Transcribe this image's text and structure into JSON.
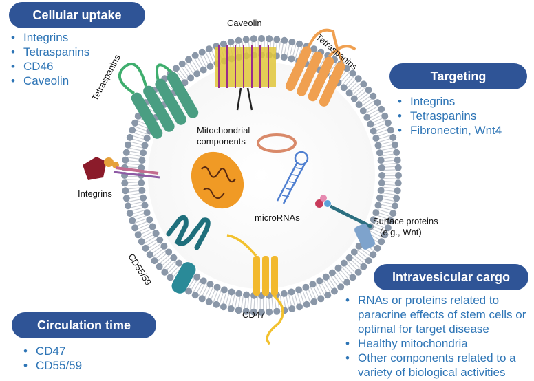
{
  "cellular_uptake": {
    "title": "Cellular uptake",
    "items": [
      "Integrins",
      "Tetraspanins",
      "CD46",
      "Caveolin"
    ]
  },
  "targeting": {
    "title": "Targeting",
    "items": [
      "Integrins",
      "Tetraspanins",
      "Fibronectin, Wnt4"
    ]
  },
  "circulation_time": {
    "title": "Circulation time",
    "items": [
      "CD47",
      "CD55/59"
    ]
  },
  "intravesicular_cargo": {
    "title": "Intravesicular cargo",
    "items": [
      "RNAs or proteins related to paracrine effects of stem cells or optimal for target disease",
      "Healthy mitochondria",
      "Other components related to a variety of biological activities"
    ]
  },
  "labels": {
    "caveolin": "Caveolin",
    "tetraspanins_top": "Tetraspanins",
    "tetraspanins_left": "Tetraspanins",
    "integrins": "Integrins",
    "mitochondrial_line1": "Mitochondrial",
    "mitochondrial_line2": "components",
    "micrornas": "microRNAs",
    "surface_line1": "Surface proteins",
    "surface_line2": "(e.g., Wnt)",
    "cd55_59": "CD55/59",
    "cd47": "CD47"
  },
  "colors": {
    "pill": "#2f5496",
    "list_text": "#2e75b6",
    "membrane_head": "#8a97a8",
    "tetraspanin_green": "#3fae6e",
    "tetraspanin_orange": "#f0a050",
    "cd47_yellow": "#f2c12e",
    "cd55_teal": "#1f6f7c",
    "integrin_red": "#8b1b2a",
    "mito_orange": "#f0931e",
    "mirna_blue": "#4f7fd0"
  }
}
